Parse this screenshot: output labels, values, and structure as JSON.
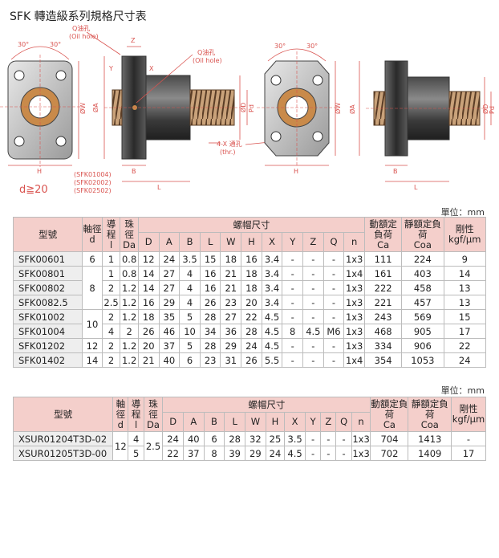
{
  "title": "SFK 轉造級系列規格尺寸表",
  "diagram": {
    "oil_hole_label_1": "Q油孔",
    "oil_hole_label_1b": "(Oil hole)",
    "oil_hole_label_2": "Q油孔",
    "oil_hole_label_2b": "(Oil hole)",
    "thru_label": "4-X 通孔",
    "thru_label_b": "(thr.)",
    "angle_30": "30°",
    "dim_H": "H",
    "dim_Z": "Z",
    "dim_Y": "Y",
    "dim_X": "X",
    "dim_W": "ØW",
    "dim_A": "ØA",
    "dim_D": "ØD",
    "dim_Pd": "Pd",
    "dim_B": "B",
    "dim_L": "L",
    "models_note": [
      "(SFK01004)",
      "(SFK02002)",
      "(SFK02502)"
    ],
    "d_note": "d≧20"
  },
  "unit_label": "單位：mm",
  "table1": {
    "h_model": "型號",
    "h_shaft": "軸徑",
    "h_shaft_d": "d",
    "h_lead": "導程",
    "h_lead_l": "l",
    "h_ball": "珠徑",
    "h_ball_da": "Da",
    "h_nut": "螺帽尺寸",
    "h_cols": [
      "D",
      "A",
      "B",
      "L",
      "W",
      "H",
      "X",
      "Y",
      "Z",
      "Q",
      "n"
    ],
    "h_dyn": "動額定負荷",
    "h_dyn_ca": "Ca",
    "h_sta": "靜額定負荷",
    "h_sta_coa": "Coa",
    "h_rig": "剛性",
    "h_rig_unit": "kgf/μm",
    "rows": [
      {
        "model": "SFK00601",
        "d": "6",
        "l": "1",
        "da": "0.8",
        "D": "12",
        "A": "24",
        "B": "3.5",
        "L": "15",
        "W": "18",
        "H": "16",
        "X": "3.4",
        "Y": "-",
        "Z": "-",
        "Q": "-",
        "n": "1x3",
        "ca": "111",
        "coa": "224",
        "rig": "9"
      },
      {
        "model": "SFK00801",
        "d": "8",
        "l": "1",
        "da": "0.8",
        "D": "14",
        "A": "27",
        "B": "4",
        "L": "16",
        "W": "21",
        "H": "18",
        "X": "3.4",
        "Y": "-",
        "Z": "-",
        "Q": "-",
        "n": "1x4",
        "ca": "161",
        "coa": "403",
        "rig": "14"
      },
      {
        "model": "SFK00802",
        "d": "",
        "l": "2",
        "da": "1.2",
        "D": "14",
        "A": "27",
        "B": "4",
        "L": "16",
        "W": "21",
        "H": "18",
        "X": "3.4",
        "Y": "-",
        "Z": "-",
        "Q": "-",
        "n": "1x3",
        "ca": "222",
        "coa": "458",
        "rig": "13"
      },
      {
        "model": "SFK0082.5",
        "d": "",
        "l": "2.5",
        "da": "1.2",
        "D": "16",
        "A": "29",
        "B": "4",
        "L": "26",
        "W": "23",
        "H": "20",
        "X": "3.4",
        "Y": "-",
        "Z": "-",
        "Q": "-",
        "n": "1x3",
        "ca": "221",
        "coa": "457",
        "rig": "13"
      },
      {
        "model": "SFK01002",
        "d": "10",
        "l": "2",
        "da": "1.2",
        "D": "18",
        "A": "35",
        "B": "5",
        "L": "28",
        "W": "27",
        "H": "22",
        "X": "4.5",
        "Y": "-",
        "Z": "-",
        "Q": "-",
        "n": "1x3",
        "ca": "243",
        "coa": "569",
        "rig": "15"
      },
      {
        "model": "SFK01004",
        "d": "",
        "l": "4",
        "da": "2",
        "D": "26",
        "A": "46",
        "B": "10",
        "L": "34",
        "W": "36",
        "H": "28",
        "X": "4.5",
        "Y": "8",
        "Z": "4.5",
        "Q": "M6",
        "n": "1x3",
        "ca": "468",
        "coa": "905",
        "rig": "17"
      },
      {
        "model": "SFK01202",
        "d": "12",
        "l": "2",
        "da": "1.2",
        "D": "20",
        "A": "37",
        "B": "5",
        "L": "28",
        "W": "29",
        "H": "24",
        "X": "4.5",
        "Y": "-",
        "Z": "-",
        "Q": "-",
        "n": "1x3",
        "ca": "334",
        "coa": "906",
        "rig": "22"
      },
      {
        "model": "SFK01402",
        "d": "14",
        "l": "2",
        "da": "1.2",
        "D": "21",
        "A": "40",
        "B": "6",
        "L": "23",
        "W": "31",
        "H": "26",
        "X": "5.5",
        "Y": "-",
        "Z": "-",
        "Q": "-",
        "n": "1x4",
        "ca": "354",
        "coa": "1053",
        "rig": "24"
      }
    ]
  },
  "table2": {
    "h_model": "型號",
    "h_shaft": "軸徑",
    "h_shaft_d": "d",
    "h_lead": "導程",
    "h_lead_l": "l",
    "h_ball": "珠徑",
    "h_ball_da": "Da",
    "h_nut": "螺帽尺寸",
    "h_cols": [
      "D",
      "A",
      "B",
      "L",
      "W",
      "H",
      "X",
      "Y",
      "Z",
      "Q",
      "n"
    ],
    "h_dyn": "動額定負荷",
    "h_dyn_ca": "Ca",
    "h_sta": "靜額定負荷",
    "h_sta_coa": "Coa",
    "h_rig": "剛性",
    "h_rig_unit": "kgf/μm",
    "d_merged": "12",
    "da_merged": "2.5",
    "rows": [
      {
        "model": "XSUR01204T3D-02",
        "l": "4",
        "D": "24",
        "A": "40",
        "B": "6",
        "L": "28",
        "W": "32",
        "H": "25",
        "X": "3.5",
        "Y": "-",
        "Z": "-",
        "Q": "-",
        "n": "1x3",
        "ca": "704",
        "coa": "1413",
        "rig": "-"
      },
      {
        "model": "XSUR01205T3D-00",
        "l": "5",
        "D": "22",
        "A": "37",
        "B": "8",
        "L": "39",
        "W": "29",
        "H": "24",
        "X": "4.5",
        "Y": "-",
        "Z": "-",
        "Q": "-",
        "n": "1x3",
        "ca": "702",
        "coa": "1409",
        "rig": "17"
      }
    ]
  }
}
